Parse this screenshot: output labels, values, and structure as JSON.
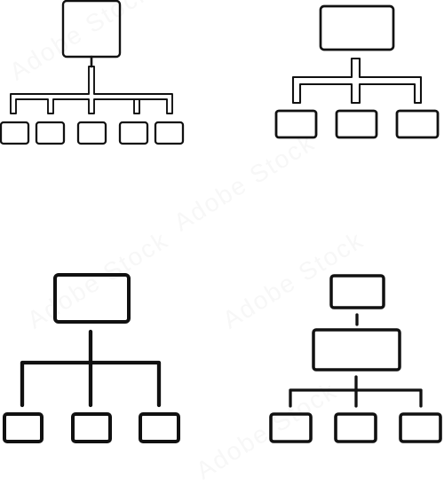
{
  "image": {
    "type": "hierarchy-icon-set",
    "icons": [
      {
        "name": "org-chart-five-children"
      },
      {
        "name": "org-chart-three-children"
      },
      {
        "name": "org-chart-three-children-tall"
      },
      {
        "name": "org-chart-three-levels"
      }
    ],
    "watermark": "adobestock",
    "stock_id": "178492510"
  }
}
